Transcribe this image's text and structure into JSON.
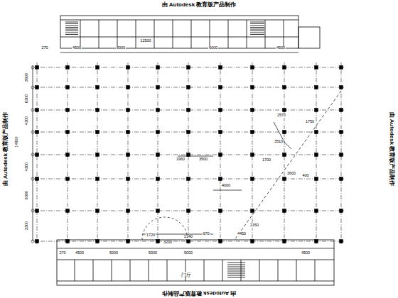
{
  "diagram": {
    "labels": [
      "由 Autodesk 教育版产品制作",
      "由 Autodesk 教育版产品制作",
      "由 Autodesk 教育版产品制作",
      "由 Autodesk 教育版产品制作",
      "270",
      "4500",
      "12500",
      "8000",
      "6000",
      "4500",
      "3600",
      "6300",
      "4300",
      "4300",
      "6300",
      "3300",
      "14800",
      "2570",
      "1750",
      "3600",
      "1700",
      "3510",
      "1960",
      "3500",
      "4000",
      "400",
      "2150",
      "4450",
      "1720",
      "3200",
      "2140",
      "670",
      "270",
      "4500",
      "5000",
      "5000",
      "5000",
      "4500",
      "门厅"
    ]
  }
}
